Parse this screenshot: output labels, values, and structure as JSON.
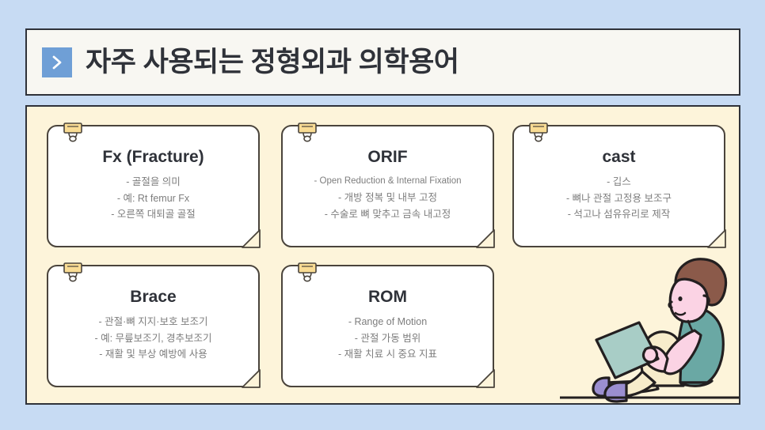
{
  "slide": {
    "background_color": "#c7dbf3",
    "panel_color": "#fdf4da",
    "title_bar_color": "#f8f7f2",
    "border_color": "#2f3239",
    "accent_color": "#6f9fd6",
    "card_color": "#ffffff",
    "clip_color": "#f6d372",
    "body_text_color": "#7d7d7d"
  },
  "header": {
    "icon": "chevron-right-icon",
    "title": "자주 사용되는 정형외과 의학용어"
  },
  "cards": [
    {
      "id": "fx",
      "title": "Fx (Fracture)",
      "lines": [
        "- 골절을 의미",
        "- 예: Rt femur Fx",
        "- 오른쪽 대퇴골 골절"
      ]
    },
    {
      "id": "orif",
      "title": "ORIF",
      "lines": [
        "- Open Reduction & Internal Fixation",
        "- 개방 정복 및 내부 고정",
        "- 수술로 뼈 맞추고 금속 내고정"
      ]
    },
    {
      "id": "cast",
      "title": "cast",
      "lines": [
        "- 깁스",
        "- 뼈나 관절 고정용 보조구",
        "- 석고나 섬유유리로 제작"
      ]
    },
    {
      "id": "brace",
      "title": "Brace",
      "lines": [
        "- 관절·뼈 지지·보호 보조기",
        "- 예: 무릎보조기, 경추보조기",
        "- 재활 및 부상 예방에 사용"
      ]
    },
    {
      "id": "rom",
      "title": "ROM",
      "lines": [
        "- Range of Motion",
        "- 관절 가동 범위",
        "- 재활 치료 시 중요 지표"
      ]
    }
  ],
  "illustration": {
    "name": "person-sitting-reading-book",
    "skin_color": "#fbd3e4",
    "hair_color": "#8b5a4a",
    "shirt_color": "#6aa8a4",
    "pants_color": "#f7eccb",
    "book_color": "#a8cdc6",
    "shoe_color": "#9b8ed0"
  }
}
